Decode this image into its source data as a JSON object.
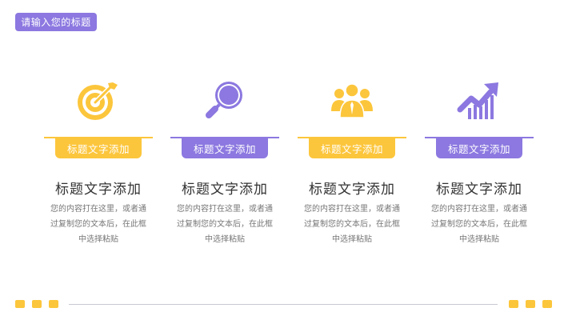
{
  "header": {
    "title": "请输入您的标题"
  },
  "colors": {
    "purple": "#8c78e0",
    "yellow": "#fcc63c"
  },
  "columns": [
    {
      "icon": "target-icon",
      "color": "yellow",
      "tab_label": "标题文字添加",
      "heading": "标题文字添加",
      "desc_lines": [
        "您的内容打在这里，或者通",
        "过复制您的文本后，在此框",
        "中选择粘贴"
      ]
    },
    {
      "icon": "magnifier-icon",
      "color": "purple",
      "tab_label": "标题文字添加",
      "heading": "标题文字添加",
      "desc_lines": [
        "您的内容打在这里，或者通",
        "过复制您的文本后，在此框",
        "中选择粘贴"
      ]
    },
    {
      "icon": "team-icon",
      "color": "yellow",
      "tab_label": "标题文字添加",
      "heading": "标题文字添加",
      "desc_lines": [
        "您的内容打在这里，或者通",
        "过复制您的文本后，在此框",
        "中选择粘贴"
      ]
    },
    {
      "icon": "growth-chart-icon",
      "color": "purple",
      "tab_label": "标题文字添加",
      "heading": "标题文字添加",
      "desc_lines": [
        "您的内容打在这里，或者通",
        "过复制您的文本后，在此框",
        "中选择粘贴"
      ]
    }
  ],
  "footer": {
    "left_dots": 3,
    "right_dots": 3
  }
}
